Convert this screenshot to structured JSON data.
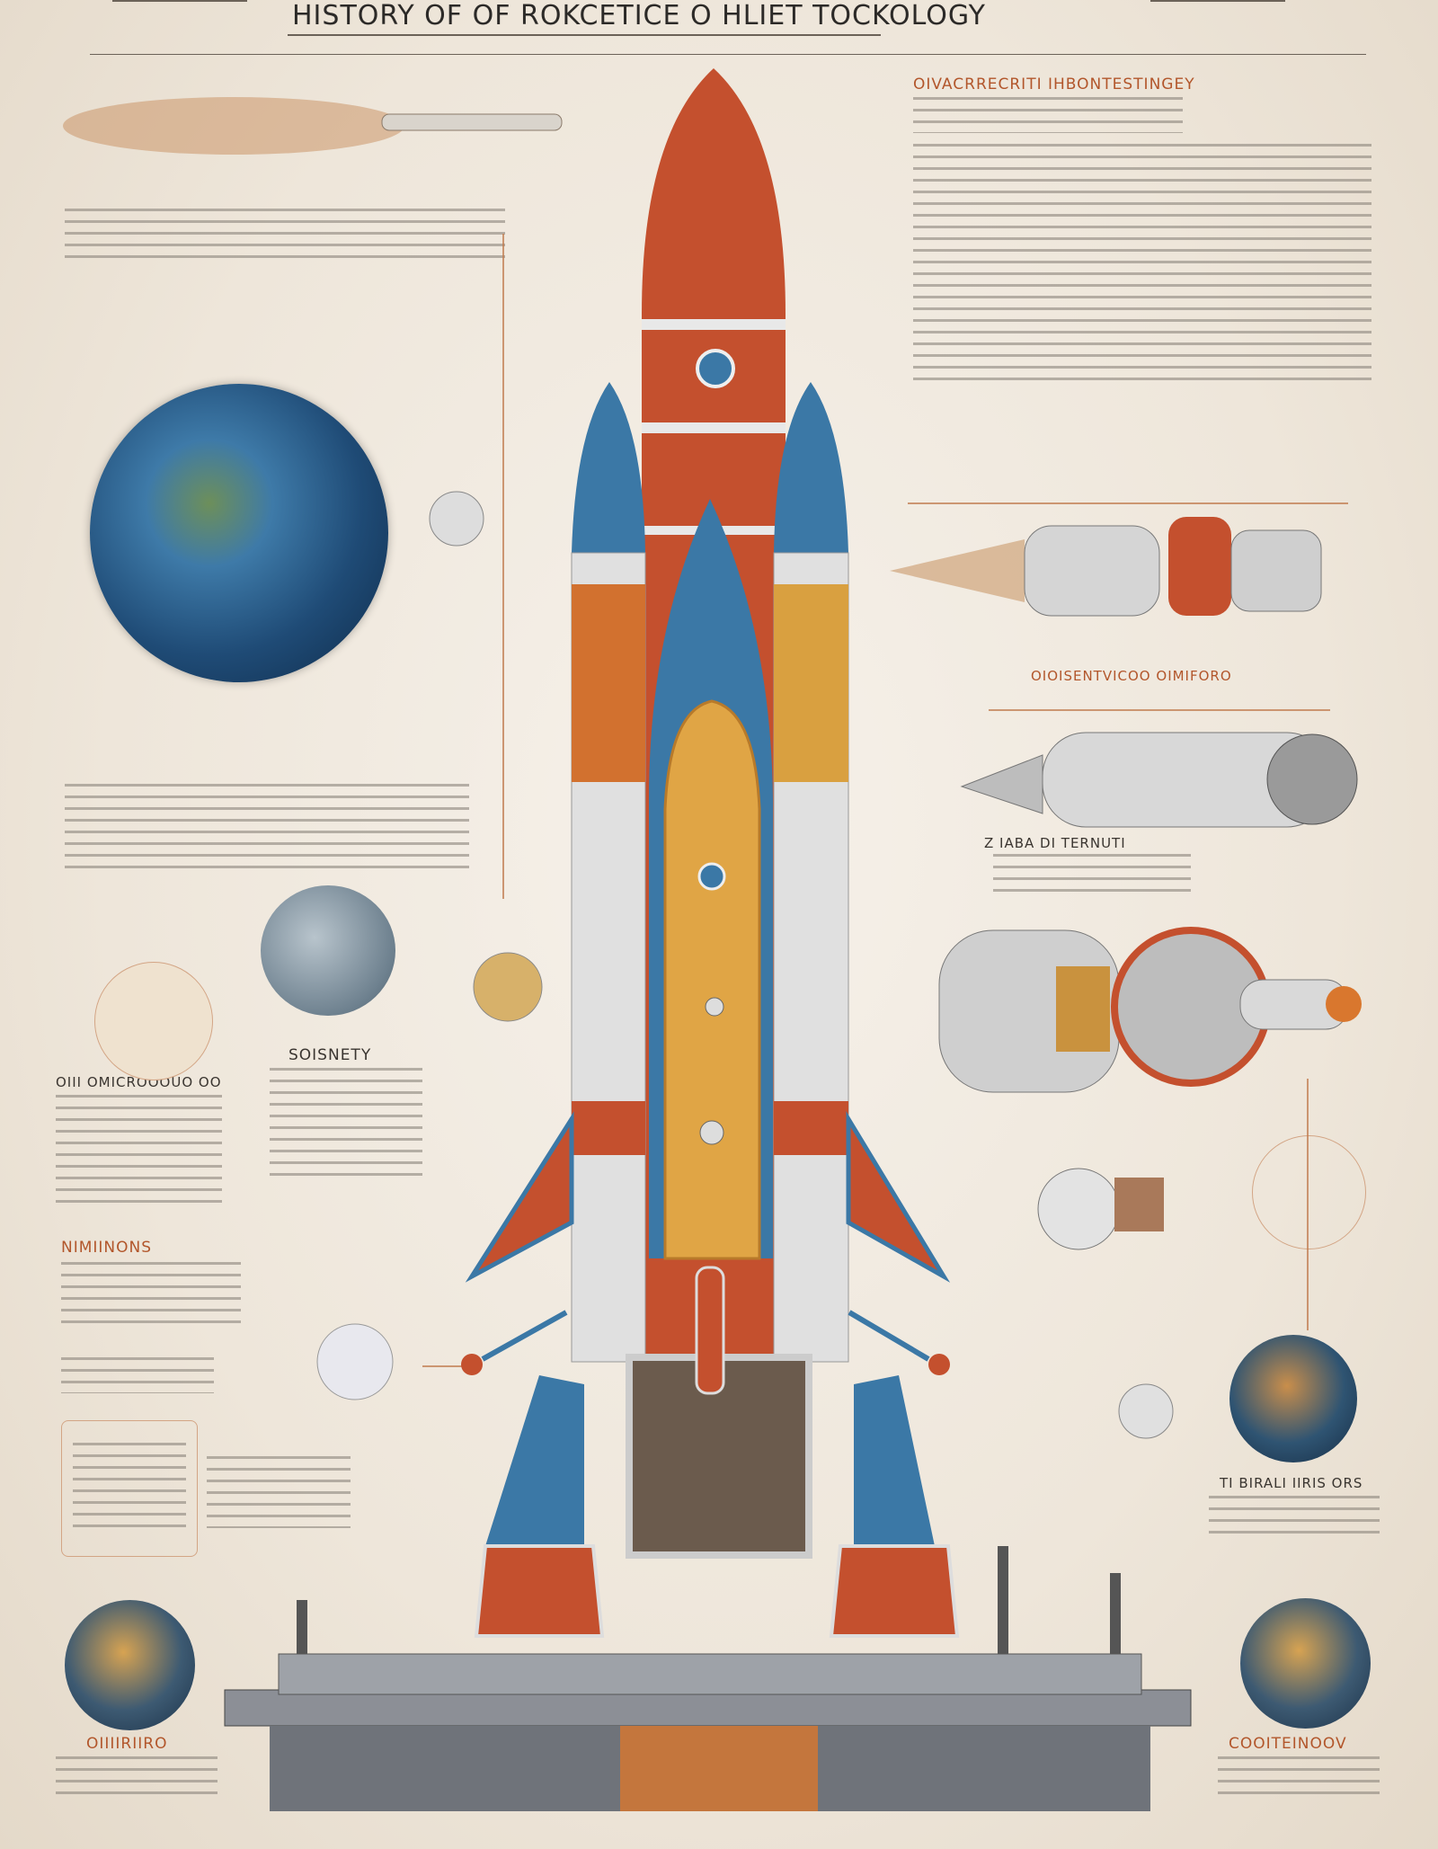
{
  "poster": {
    "title": "HISTORY OF OF ROKCETICE O HLIET TOCKOLOGY",
    "headings": {
      "top_right": "OIVACRRECRITI IHBONTESTINGEY",
      "mid_right": "OIOISENTVICOO OIMIFORO",
      "engine_caption": "Z IABA DI TERNUTI",
      "left_center": "SOISNETY",
      "left_block": "OIII OMICROOOUO OO",
      "left_lower": "NIMIINONS",
      "bottom_left": "OIIIIRIIRO",
      "right_lower": "TI BIRALI IIRIS ORS",
      "bottom_right": "COOITEINOOV"
    },
    "colors": {
      "background": "#f1ebe2",
      "rocket_red": "#c4502e",
      "booster_blue": "#3b78a6",
      "gold": "#e0a545",
      "silver": "#d9d9d9",
      "accent_text": "#b2562b"
    }
  }
}
